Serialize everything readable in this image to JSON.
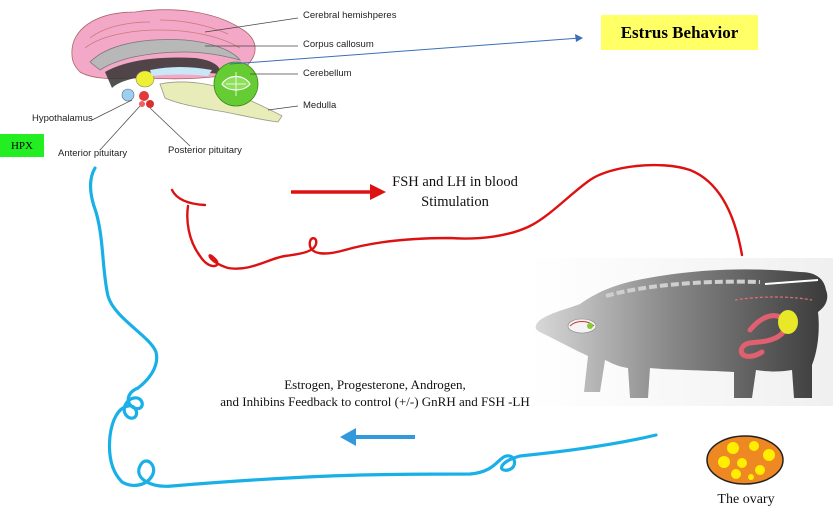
{
  "brain": {
    "labels": {
      "cerebral": "Cerebral hemishperes",
      "corpus": "Corpus callosum",
      "cerebellum": "Cerebellum",
      "medulla": "Medulla",
      "hypothalamus": "Hypothalamus",
      "anterior": "Anterior pituitary",
      "posterior": "Posterior pituitary"
    }
  },
  "estrus_label": "Estrus Behavior",
  "hpx_label": "HPX",
  "stimulation": {
    "line1": "FSH and LH in blood",
    "line2": "Stimulation"
  },
  "feedback": {
    "line1": "Estrogen, Progesterone, Androgen,",
    "line2": "and Inhibins Feedback to control (+/-) GnRH and FSH -LH"
  },
  "ovary_label": "The ovary",
  "colors": {
    "stimulation_path": "#dd1111",
    "feedback_path": "#19b0e8",
    "estrus_highlight": "#ffff66",
    "hpx_badge": "#22ee22",
    "ovary_fill": "#ee8822",
    "follicle": "#ffee00"
  }
}
